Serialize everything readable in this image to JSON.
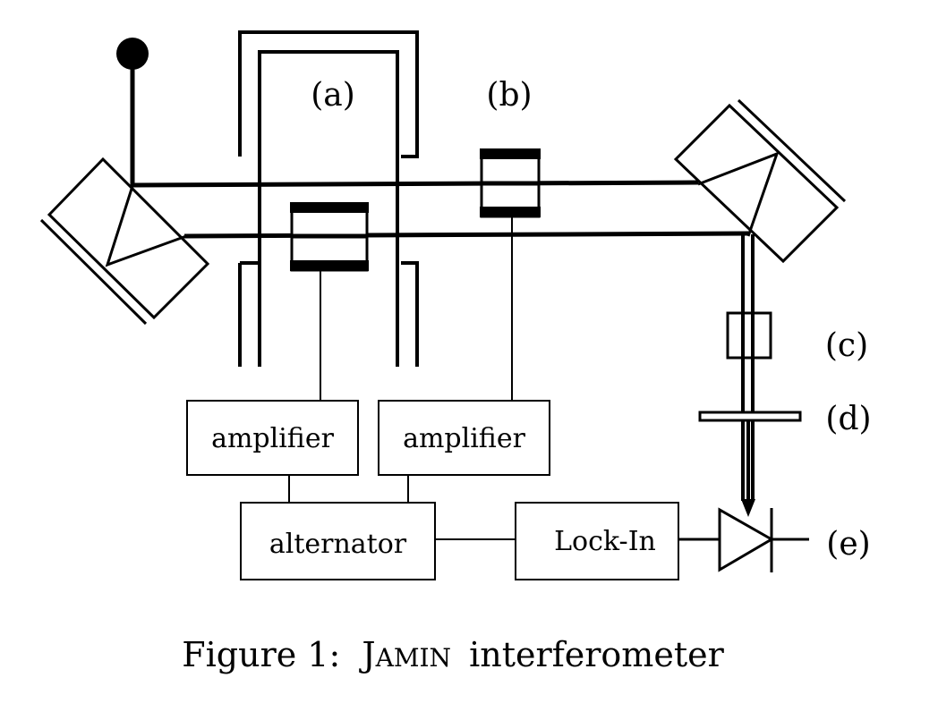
{
  "labels": {
    "a": "(a)",
    "b": "(b)",
    "c": "(c)",
    "d": "(d)",
    "e": "(e)"
  },
  "boxes": {
    "amplifier_left": "amplifier",
    "amplifier_right": "amplifier",
    "alternator": "alternator",
    "lockin": "Lock-In"
  },
  "caption": {
    "prefix": "Figure 1:",
    "name_initial": "J",
    "name_rest": "AMIN",
    "suffix": "interferometer"
  }
}
